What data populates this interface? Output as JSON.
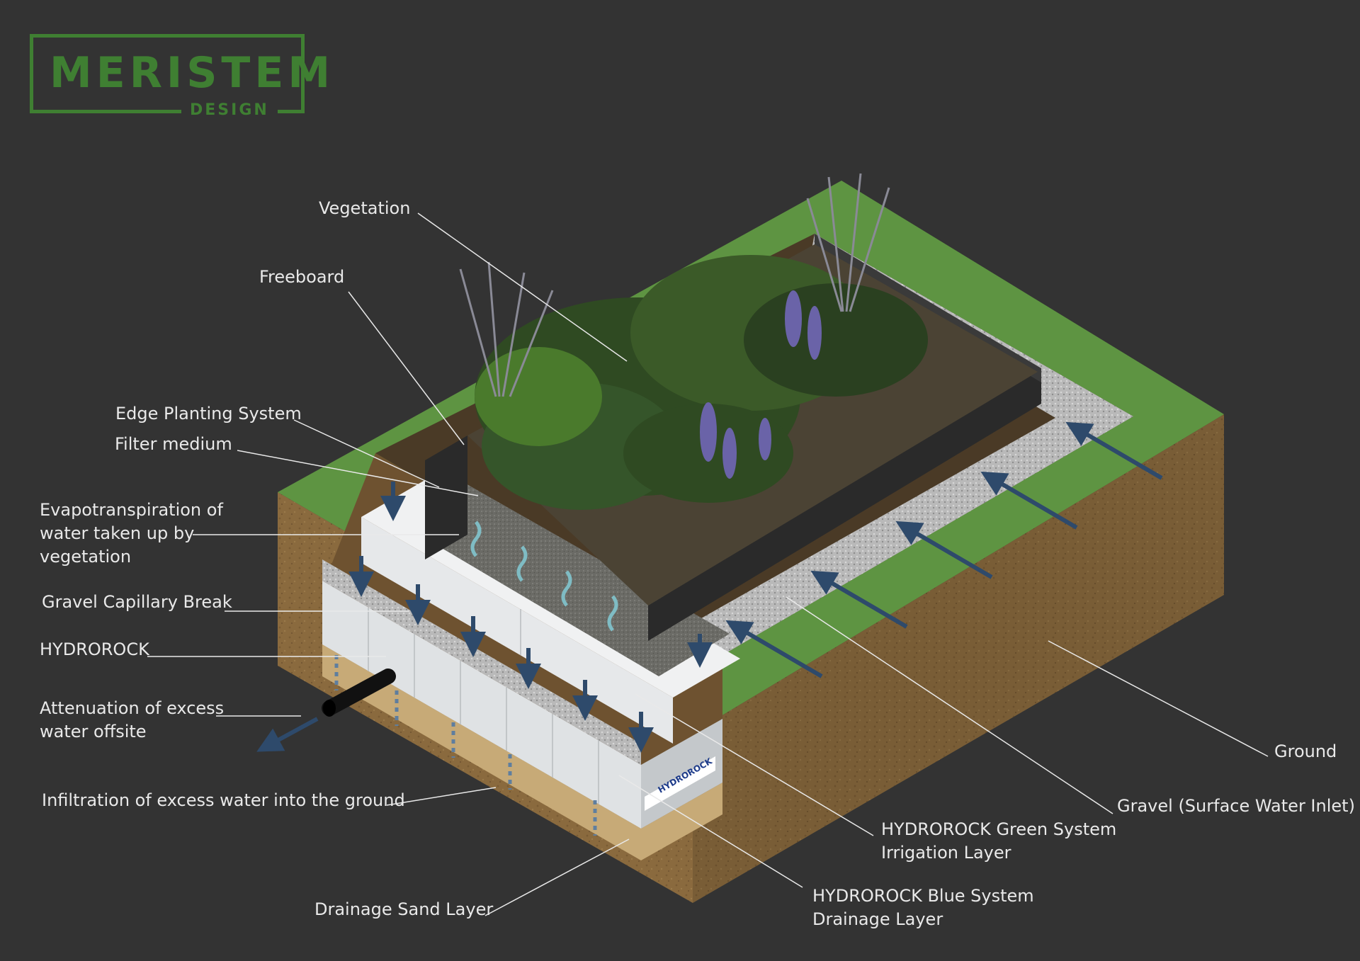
{
  "logo": {
    "main": "MERISTEM",
    "sub": "DESIGN"
  },
  "product_badge": "HYDROROCK",
  "labels": {
    "vegetation": "Vegetation",
    "freeboard": "Freeboard",
    "edge_planting": "Edge Planting System",
    "filter_medium": "Filter medium",
    "evapotranspiration": [
      "Evapotranspiration of",
      "water taken up by",
      "vegetation"
    ],
    "gravel_capillary": "Gravel Capillary Break",
    "hydrorock": "HYDROROCK",
    "attenuation": [
      "Attenuation of excess",
      "water offsite"
    ],
    "infiltration": "Infiltration of excess water into the ground",
    "drainage_sand": "Drainage Sand Layer",
    "blue_system": [
      "HYDROROCK Blue System",
      "Drainage Layer"
    ],
    "green_system": [
      "HYDROROCK Green System",
      "Irrigation Layer"
    ],
    "gravel_inlet": "Gravel (Surface Water Inlet)",
    "ground": "Ground"
  },
  "colors": {
    "background": "#333333",
    "logo_green": "#3f7f32",
    "grass": "#5e9442",
    "soil": "#8a6a3e",
    "soil_dark": "#6e5230",
    "hydrorock_block": "#dfe2e4",
    "gravel": "#b9b9b9",
    "edge_plate": "#2a2a2a",
    "arrow_blue": "#2e4a6b",
    "vapor_cyan": "#7fbcc4",
    "leader_line": "#e9e9e9"
  },
  "icons": [
    "down-arrow-icon",
    "vapor-arrow-icon",
    "inlet-arrow-icon",
    "outflow-arrow-icon",
    "pipe-icon"
  ]
}
